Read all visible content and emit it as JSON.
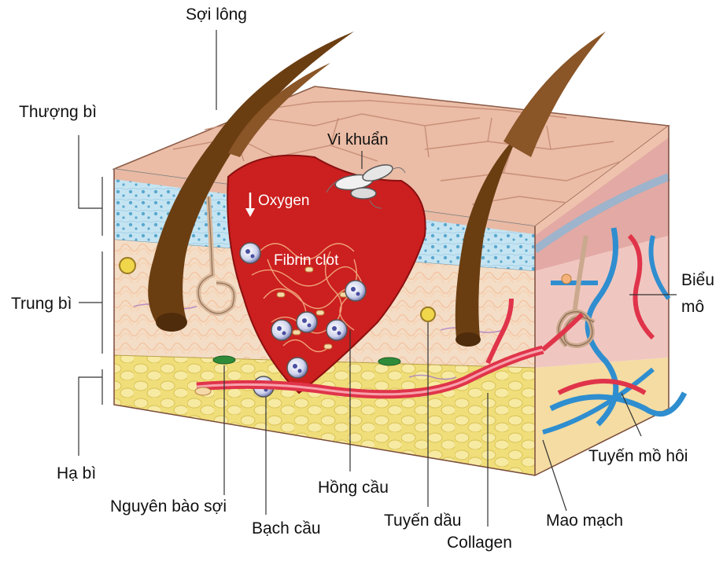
{
  "labels": {
    "hair": "Sợi lông",
    "epidermis": "Thượng bì",
    "dermis": "Trung bì",
    "hypodermis": "Hạ bì",
    "bacteria": "Vi khuẩn",
    "oxygen": "Oxygen",
    "fibrin_clot": "Fibrin clot",
    "epithelium_line1": "Biểu",
    "epithelium_line2": "mô",
    "fibroblast": "Nguyên bào sợi",
    "white_blood_cell": "Bạch cầu",
    "red_blood_cell": "Hồng cầu",
    "sebaceous_gland": "Tuyến dầu",
    "collagen": "Collagen",
    "capillary": "Mao mạch",
    "sweat_gland": "Tuyến mồ hôi"
  },
  "colors": {
    "epidermis_top": "#e9b9a3",
    "epidermis_front": "#bfe0ef",
    "dermis": "#f4ddc6",
    "hypodermis_fat": "#f3e48a",
    "wound_clot": "#cc1f1f",
    "hair": "#6b3e12",
    "artery": "#e0344a",
    "vein": "#2f8ecf"
  }
}
